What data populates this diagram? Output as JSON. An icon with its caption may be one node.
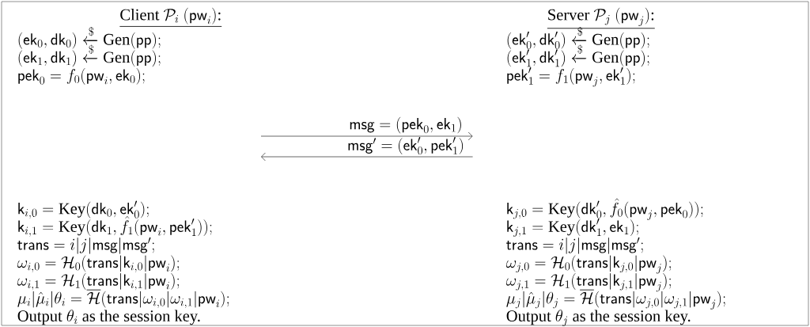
{
  "diagram": {
    "nodes": [
      {
        "text": [],
        "shape": "box"
      },
      {
        "text": [
          "\\text{Client } \\mathcal{P}_i\\ (\\mathsf{pw}_i)\\text{:}",
          "(\\mathsf{ek}_0, \\mathsf{dk}_0) \\xleftarrow{\\$} \\textsc{Gen}(\\mathsf{pp});",
          "(\\mathsf{ek}_1, \\mathsf{dk}_1) \\xleftarrow{\\$} \\textsc{Gen}(\\mathsf{pp});",
          "\\mathsf{pek}_0 = f_0(\\mathsf{pw}_i, \\mathsf{ek}_0);",
          "\\mathsf{k}_{i,0} = \\textsc{Key}(\\mathsf{dk}_0, \\mathsf{ek}'_0);",
          "\\mathsf{k}_{i,1} = \\textsc{Key}(\\mathsf{dk}_1, \\hat{f}_1(\\mathsf{pw}_i, \\mathsf{pek}'_1));",
          "\\mathsf{trans} = i|j|\\mathsf{msg}|\\mathsf{msg}';",
          "\\omega_{i,0} = \\mathcal{H}_0(\\mathsf{trans}|\\mathsf{k}_{i,0}|\\mathsf{pw}_i);",
          "\\omega_{i,1} = \\mathcal{H}_1(\\mathsf{trans}|\\mathsf{k}_{i,1}|\\mathsf{pw}_i);",
          "\\mu_i|\\hat{\\mu}_i|\\theta_i = \\overline{\\mathcal{H}}(\\mathsf{trans}|\\omega_{i,0}|\\omega_{i,1}|\\mathsf{pw}_i);",
          "\\text{Output } \\theta_i \\text{ as the session key.}"
        ],
        "in": 0
      },
      {
        "text": [
          "\\text{Server } \\mathcal{P}_j\\ (\\mathsf{pw}_j)\\text{:}",
          "(\\mathsf{ek}'_0, \\mathsf{dk}'_0) \\xleftarrow{\\$} \\textsc{Gen}(\\mathsf{pp});",
          "(\\mathsf{ek}'_1, \\mathsf{dk}'_1) \\xleftarrow{\\$} \\textsc{Gen}(\\mathsf{pp});",
          "\\mathsf{pek}'_1 = f_1(\\mathsf{pw}_j, \\mathsf{ek}'_1);",
          "\\mathsf{k}_{j,0} = \\textsc{Key}(\\mathsf{dk}'_0, \\hat{f}_0(\\mathsf{pw}_j, \\mathsf{pek}_0));",
          "\\mathsf{k}_{j,1} = \\textsc{Key}(\\mathsf{dk}'_1, \\mathsf{ek}_1);",
          "\\mathsf{trans} = i|j|\\mathsf{msg}|\\mathsf{msg}';",
          "\\omega_{j,0} = \\mathcal{H}_0(\\mathsf{trans}|\\mathsf{k}_{j,0}|\\mathsf{pw}_j);",
          "\\omega_{j,1} = \\mathcal{H}_1(\\mathsf{trans}|\\mathsf{k}_{j,1}|\\mathsf{pw}_j);",
          "\\mu_j|\\hat{\\mu}_j|\\theta_j = \\overline{\\mathcal{H}}(\\mathsf{trans}|\\omega_{j,0}|\\omega_{j,1}|\\mathsf{pw}_j);",
          "\\text{Output } \\theta_j \\text{ as the session key.}"
        ],
        "in": 0
      }
    ],
    "edges": [
      {
        "from": 1,
        "to": 2,
        "arrow": "to",
        "label": "\\mathsf{msg} = (\\mathsf{pek}_0, \\mathsf{ek}_1)"
      },
      {
        "from": 2,
        "to": 1,
        "arrow": "to",
        "label": "\\mathsf{msg}' = (\\mathsf{ek}'_0, \\mathsf{pek}'_1)"
      }
    ]
  }
}
